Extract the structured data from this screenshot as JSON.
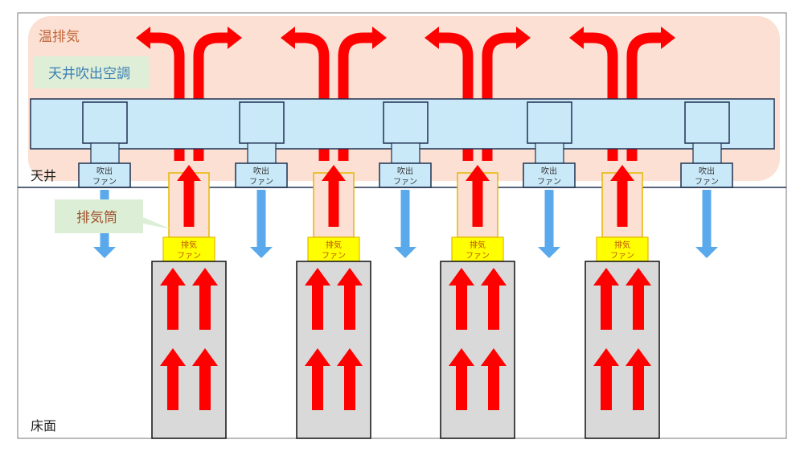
{
  "labels": {
    "warm_exhaust": "温排気",
    "ceiling_ac": "天井吹出空調",
    "ceiling": "天井",
    "exhaust_duct": "排気筒",
    "floor": "床面"
  },
  "supply_fan_label": [
    "吹出",
    "ファン"
  ],
  "exhaust_fan_label": [
    "排気",
    "ファン"
  ],
  "supply_fan_count": 5,
  "rack_count": 4,
  "colors": {
    "warm_zone": "#fbe0d3",
    "duct": "#c9e9f9",
    "outline": "#1f3050",
    "hot_arrow": "#ff0000",
    "cold_arrow": "#5aa9ec",
    "exhaust_fan": "#ffff00",
    "rack": "#d9d9d9",
    "callout": "#dcefd6",
    "warm_text": "#c0663a",
    "ac_text": "#3a7fb5"
  }
}
